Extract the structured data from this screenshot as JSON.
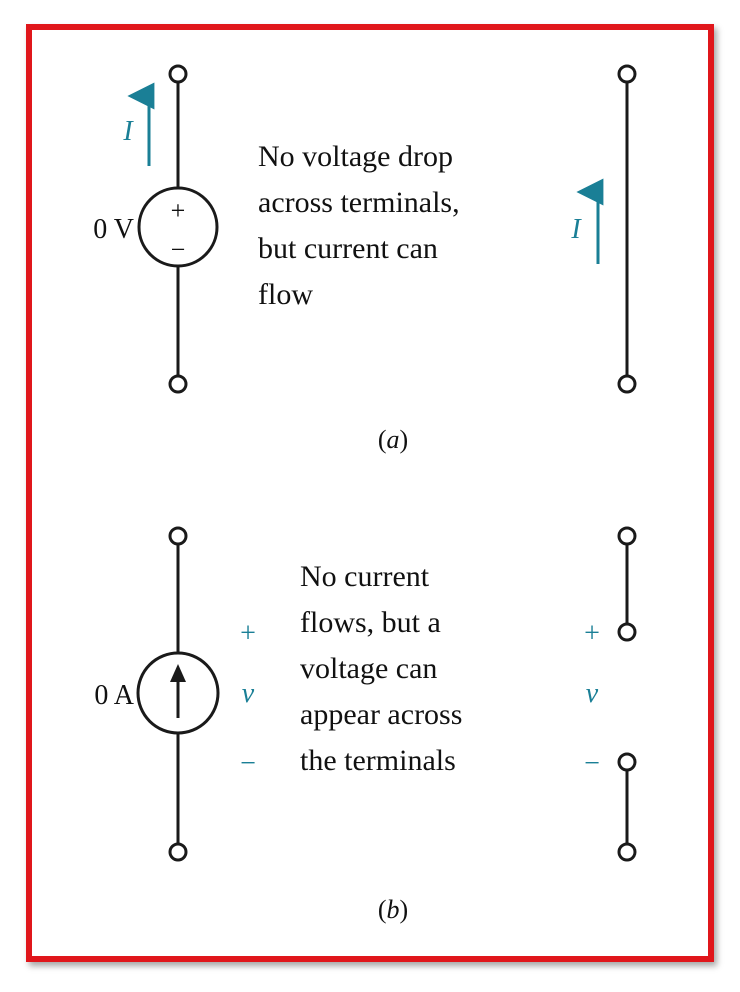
{
  "part_a": {
    "caption_letter": "a",
    "source_label": "0 V",
    "plus_sign": "+",
    "minus_sign": "−",
    "current_symbol_left": "I",
    "current_symbol_right": "I",
    "note_lines": [
      "No voltage drop",
      "across terminals,",
      "but current can",
      "flow"
    ]
  },
  "part_b": {
    "caption_letter": "b",
    "source_label": "0 A",
    "voltage_symbol_left": "v",
    "voltage_symbol_right": "v",
    "plus_left": "+",
    "minus_left": "−",
    "plus_right": "+",
    "minus_right": "−",
    "note_lines": [
      "No current",
      "flows, but a",
      "voltage can",
      "appear across",
      "the terminals"
    ]
  },
  "colors": {
    "frame": "#e0161b",
    "annotation": "#1a7f96",
    "wire": "#1a1a1a"
  }
}
